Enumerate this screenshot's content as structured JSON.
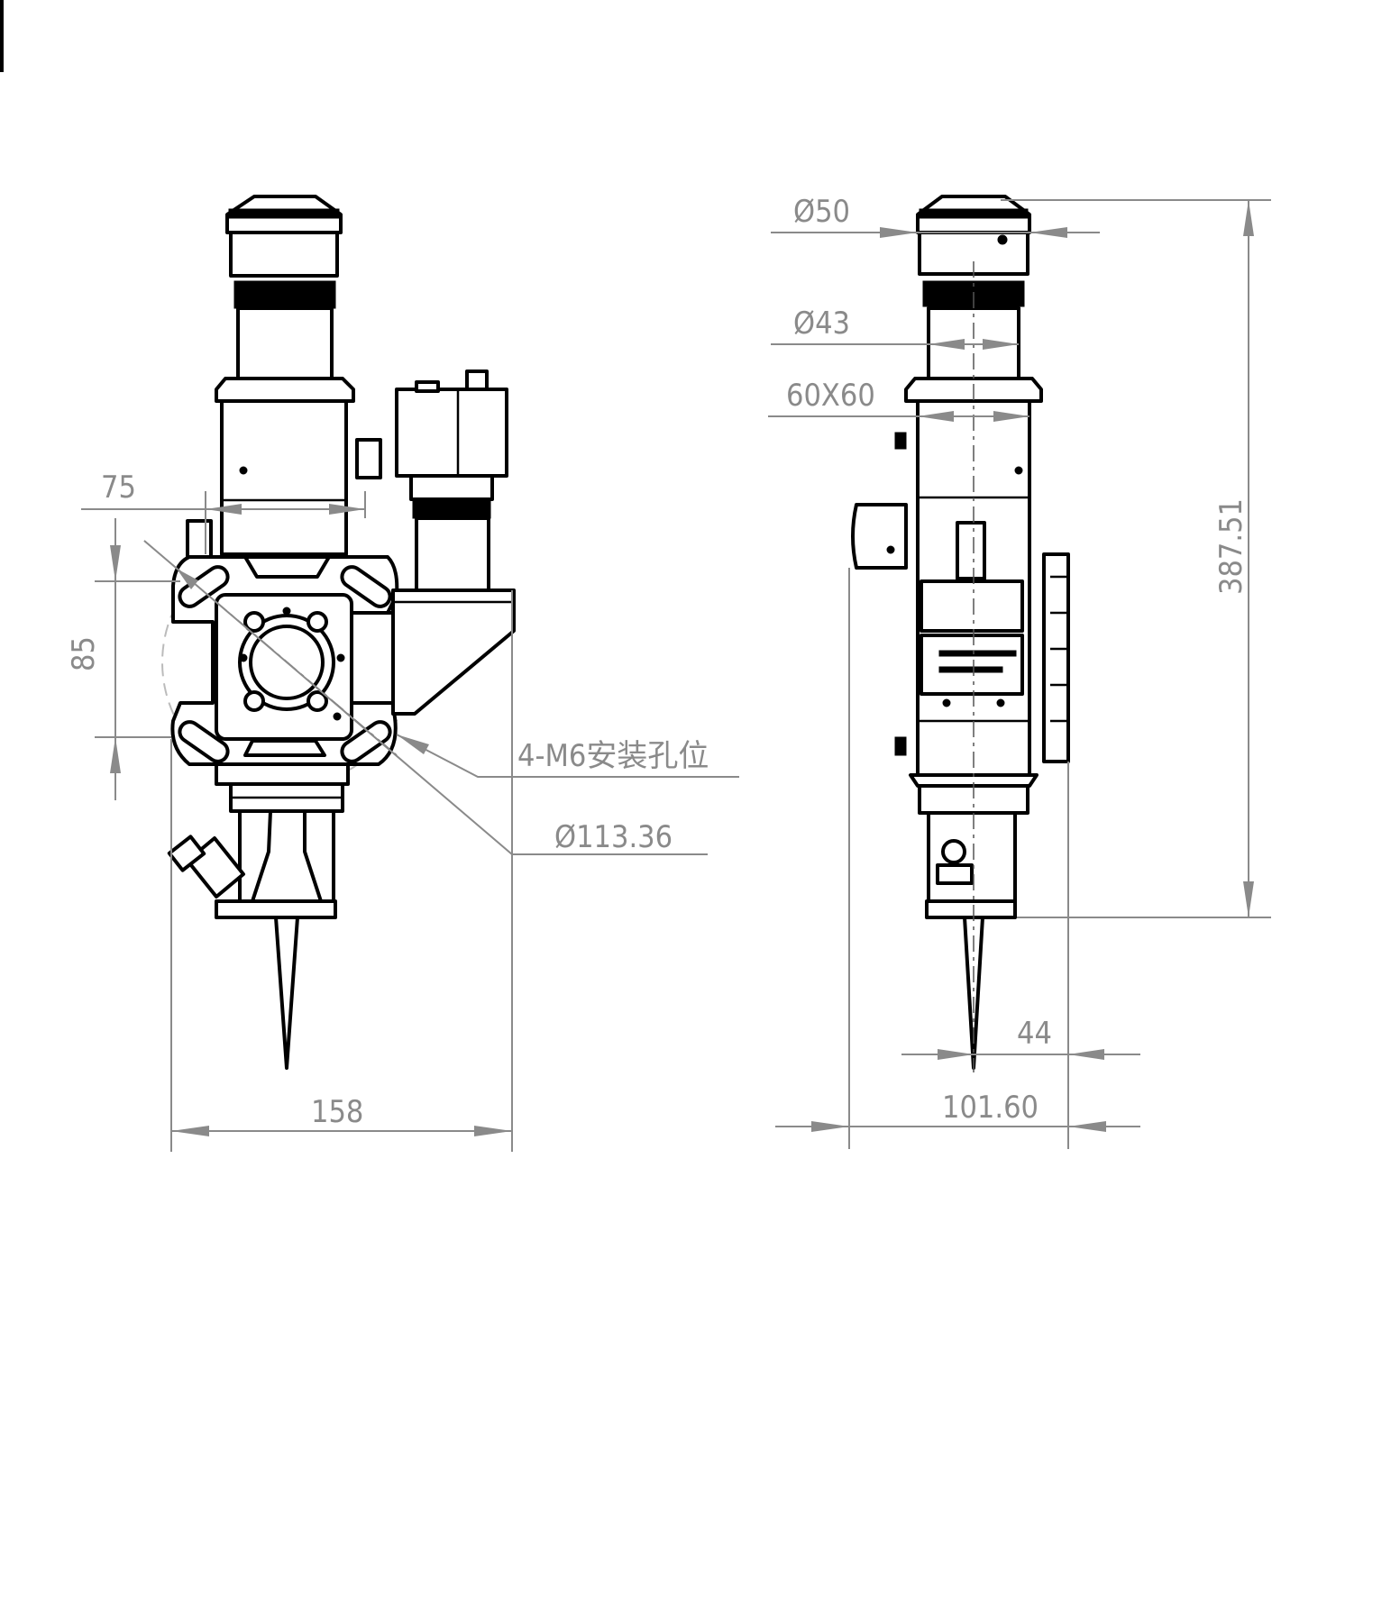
{
  "drawing": {
    "front_view": {
      "dim_width_top": "75",
      "dim_mount_height": "85",
      "dim_overall_width": "158",
      "note_mount_holes": "4-M6安装孔位",
      "dim_circle_diameter": "Ø113.36"
    },
    "side_view": {
      "dim_cap_diameter": "Ø50",
      "dim_tube_diameter": "Ø43",
      "dim_body_section": "60X60",
      "dim_overall_height": "387.51",
      "dim_nozzle_offset": "44",
      "dim_overall_depth": "101.60"
    },
    "colors": {
      "line": "#000000",
      "dimension": "#8a8a8a"
    }
  }
}
